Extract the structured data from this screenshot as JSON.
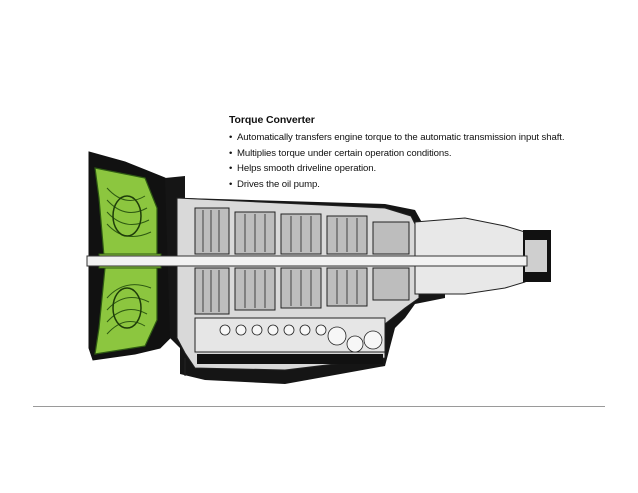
{
  "slide": {
    "title": "Torque Converter",
    "bullets": [
      "Automatically transfers engine torque to the automatic transmission input shaft.",
      "Multiplies torque under certain operation conditions.",
      "Helps smooth driveline operation.",
      "Drives the oil pump."
    ],
    "bullet_glyph": "•"
  },
  "diagram": {
    "highlight_color": "#8cc63f",
    "metal_color": "#d9d9d9",
    "dark_color": "#111111"
  }
}
